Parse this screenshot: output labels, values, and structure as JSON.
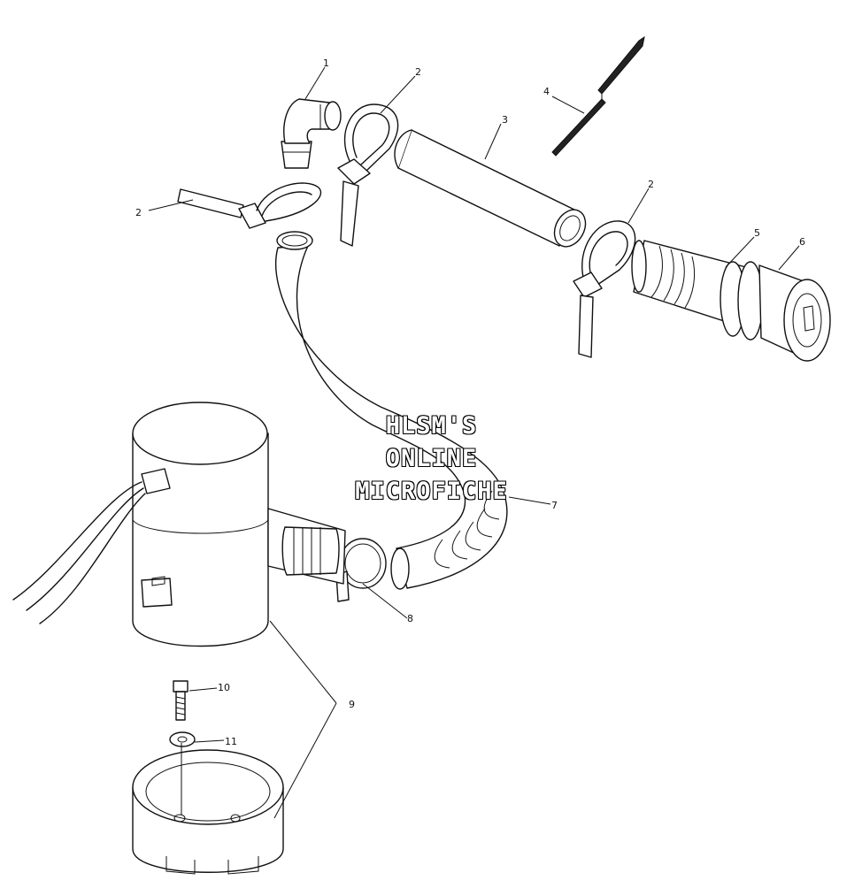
{
  "callouts": [
    {
      "id": "c1",
      "label": "1"
    },
    {
      "id": "c2a",
      "label": "2"
    },
    {
      "id": "c2b",
      "label": "2"
    },
    {
      "id": "c2c",
      "label": "2"
    },
    {
      "id": "c3",
      "label": "3"
    },
    {
      "id": "c4",
      "label": "4"
    },
    {
      "id": "c5",
      "label": "5"
    },
    {
      "id": "c6",
      "label": "6"
    },
    {
      "id": "c7",
      "label": "7"
    },
    {
      "id": "c8",
      "label": "8"
    },
    {
      "id": "c9",
      "label": "9"
    },
    {
      "id": "c10",
      "label": "10"
    },
    {
      "id": "c11",
      "label": "11"
    }
  ],
  "watermark": {
    "line1": "HLSM'S",
    "line2": "ONLINE",
    "line3": "MICROFICHE"
  }
}
